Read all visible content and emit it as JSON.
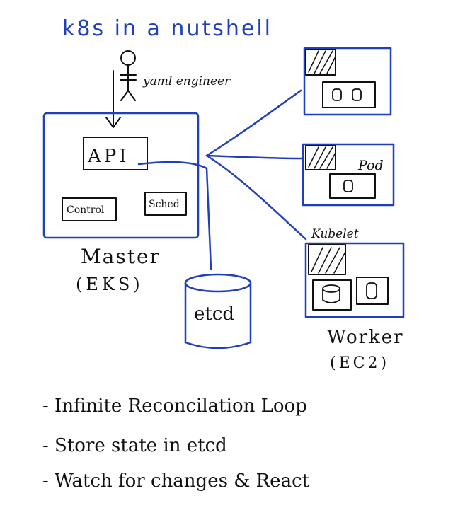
{
  "title": "k8s in a nutshell",
  "actor_label": "yaml engineer",
  "master": {
    "api_label": "API",
    "control_label": "Control",
    "sched_label": "Sched",
    "name": "Master",
    "sub": "(EKS)"
  },
  "etcd_label": "etcd",
  "worker": {
    "pod_label": "Pod",
    "kubelet_label": "Kubelet",
    "name": "Worker",
    "sub": "(EC2)"
  },
  "notes": [
    "- Infinite Reconcilation Loop",
    "- Store state in etcd",
    "- Watch for changes & React"
  ],
  "colors": {
    "ink_blue": "#1f3fbf",
    "ink_black": "#111111"
  }
}
